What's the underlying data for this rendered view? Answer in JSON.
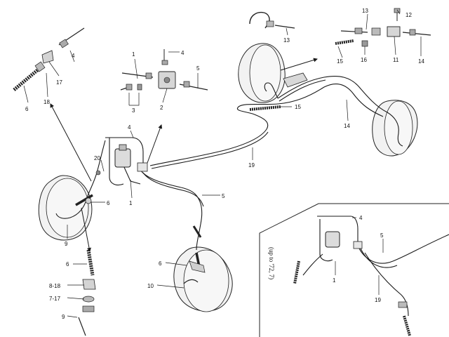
{
  "colors": {
    "line": "#1a1a1a",
    "wheel_fill": "#f2f2f2",
    "wheel_stroke": "#222222",
    "background": "#ffffff"
  },
  "inset_note": "(up to '72, 7)",
  "callouts": [
    {
      "id": "c1",
      "text": "4"
    },
    {
      "id": "c2",
      "text": "13"
    },
    {
      "id": "c3",
      "text": "13"
    },
    {
      "id": "c4",
      "text": "12"
    },
    {
      "id": "c5",
      "text": "15"
    },
    {
      "id": "c6",
      "text": "16"
    },
    {
      "id": "c7",
      "text": "11"
    },
    {
      "id": "c8",
      "text": "14"
    },
    {
      "id": "c9",
      "text": "6"
    },
    {
      "id": "c10",
      "text": "18"
    },
    {
      "id": "c11",
      "text": "17"
    },
    {
      "id": "c12",
      "text": "1"
    },
    {
      "id": "c13",
      "text": "4"
    },
    {
      "id": "c14",
      "text": "5"
    },
    {
      "id": "c15",
      "text": "3"
    },
    {
      "id": "c16",
      "text": "2"
    },
    {
      "id": "c17",
      "text": "15"
    },
    {
      "id": "c18",
      "text": "14"
    },
    {
      "id": "c19",
      "text": "4"
    },
    {
      "id": "c20",
      "text": "19"
    },
    {
      "id": "c21",
      "text": "20"
    },
    {
      "id": "c22",
      "text": "1"
    },
    {
      "id": "c23",
      "text": "5"
    },
    {
      "id": "c24",
      "text": "6"
    },
    {
      "id": "c25",
      "text": "9"
    },
    {
      "id": "c26",
      "text": "6"
    },
    {
      "id": "c27",
      "text": "6"
    },
    {
      "id": "c28",
      "text": "10"
    },
    {
      "id": "c29",
      "text": "8-18"
    },
    {
      "id": "c30",
      "text": "7-17"
    },
    {
      "id": "c31",
      "text": "9"
    },
    {
      "id": "c32",
      "text": "4"
    },
    {
      "id": "c33",
      "text": "5"
    },
    {
      "id": "c34",
      "text": "1"
    },
    {
      "id": "c35",
      "text": "19"
    }
  ]
}
